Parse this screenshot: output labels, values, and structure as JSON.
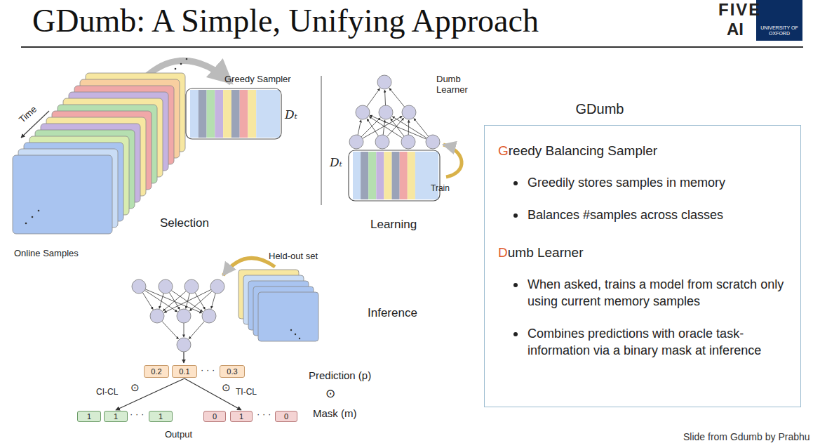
{
  "diagram": {
    "title": "GDumb: A Simple, Unifying Approach",
    "nodes": [
      {
        "text": [
          "GDumb",
          "Greedy Balancing Sampler",
          "Greedily stores samples in memory",
          "Balances #samples across classes",
          "Dumb Learner",
          "When asked, trains a model from scratch only using current memory samples",
          "Combines predictions with oracle task-information via a binary mask at inference"
        ]
      },
      {
        "text": [
          "0.2"
        ]
      },
      {
        "text": [
          "0.1"
        ]
      },
      {
        "text": [
          "0.3"
        ]
      },
      {
        "text": [
          "1"
        ]
      },
      {
        "text": [
          "1"
        ]
      },
      {
        "text": [
          "1"
        ]
      },
      {
        "text": [
          "0"
        ]
      },
      {
        "text": [
          "1"
        ]
      },
      {
        "text": [
          "0"
        ]
      }
    ],
    "edges": [
      {
        "from": 2,
        "to": 5,
        "arrow": "to",
        "label": "CI-CL"
      },
      {
        "from": 2,
        "to": 8,
        "arrow": "to",
        "label": "TI-CL"
      }
    ],
    "labels": [
      "FIVE",
      "AI",
      "UNIVERSITY OF OXFORD",
      "Time",
      "Greedy Sampler",
      "Dₜ",
      "Selection",
      "Online Samples",
      "Dumb Learner",
      "Dₜ",
      "Train",
      "Learning",
      "Held-out set",
      "Inference",
      "· · ·",
      "⊙",
      "⊙",
      "· · ·",
      "· · ·",
      "Output",
      "Prediction (p)",
      "⊙",
      "Mask (m)",
      "Slide from Gdumb by Prabhu"
    ]
  }
}
